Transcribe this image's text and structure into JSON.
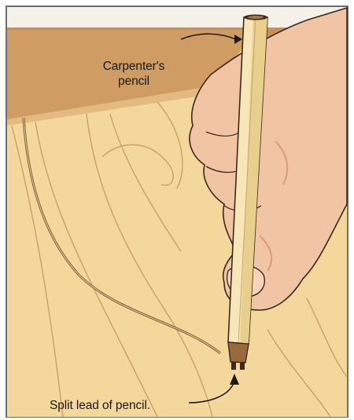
{
  "labels": {
    "pencil_line1": "Carpenter's",
    "pencil_line2": "pencil",
    "split_lead": "Split lead of pencil."
  },
  "icons": {
    "pencil": "carpenters-pencil",
    "hand": "hand-holding-pencil",
    "board": "wooden-board",
    "arrow": "callout-arrow"
  },
  "colors": {
    "frame_border": "#6f6f6f",
    "wall_bg": "#cd9d63",
    "board_wood": "#f4d79b",
    "board_top_edge": "#d7b178",
    "grain": "#caa06a",
    "skin": "#f1c4a3",
    "skin_shadow": "#d99c81",
    "pencil_body": "#f6e6b8",
    "pencil_tip": "#9a6a3d",
    "ink": "#1a1a1a"
  }
}
